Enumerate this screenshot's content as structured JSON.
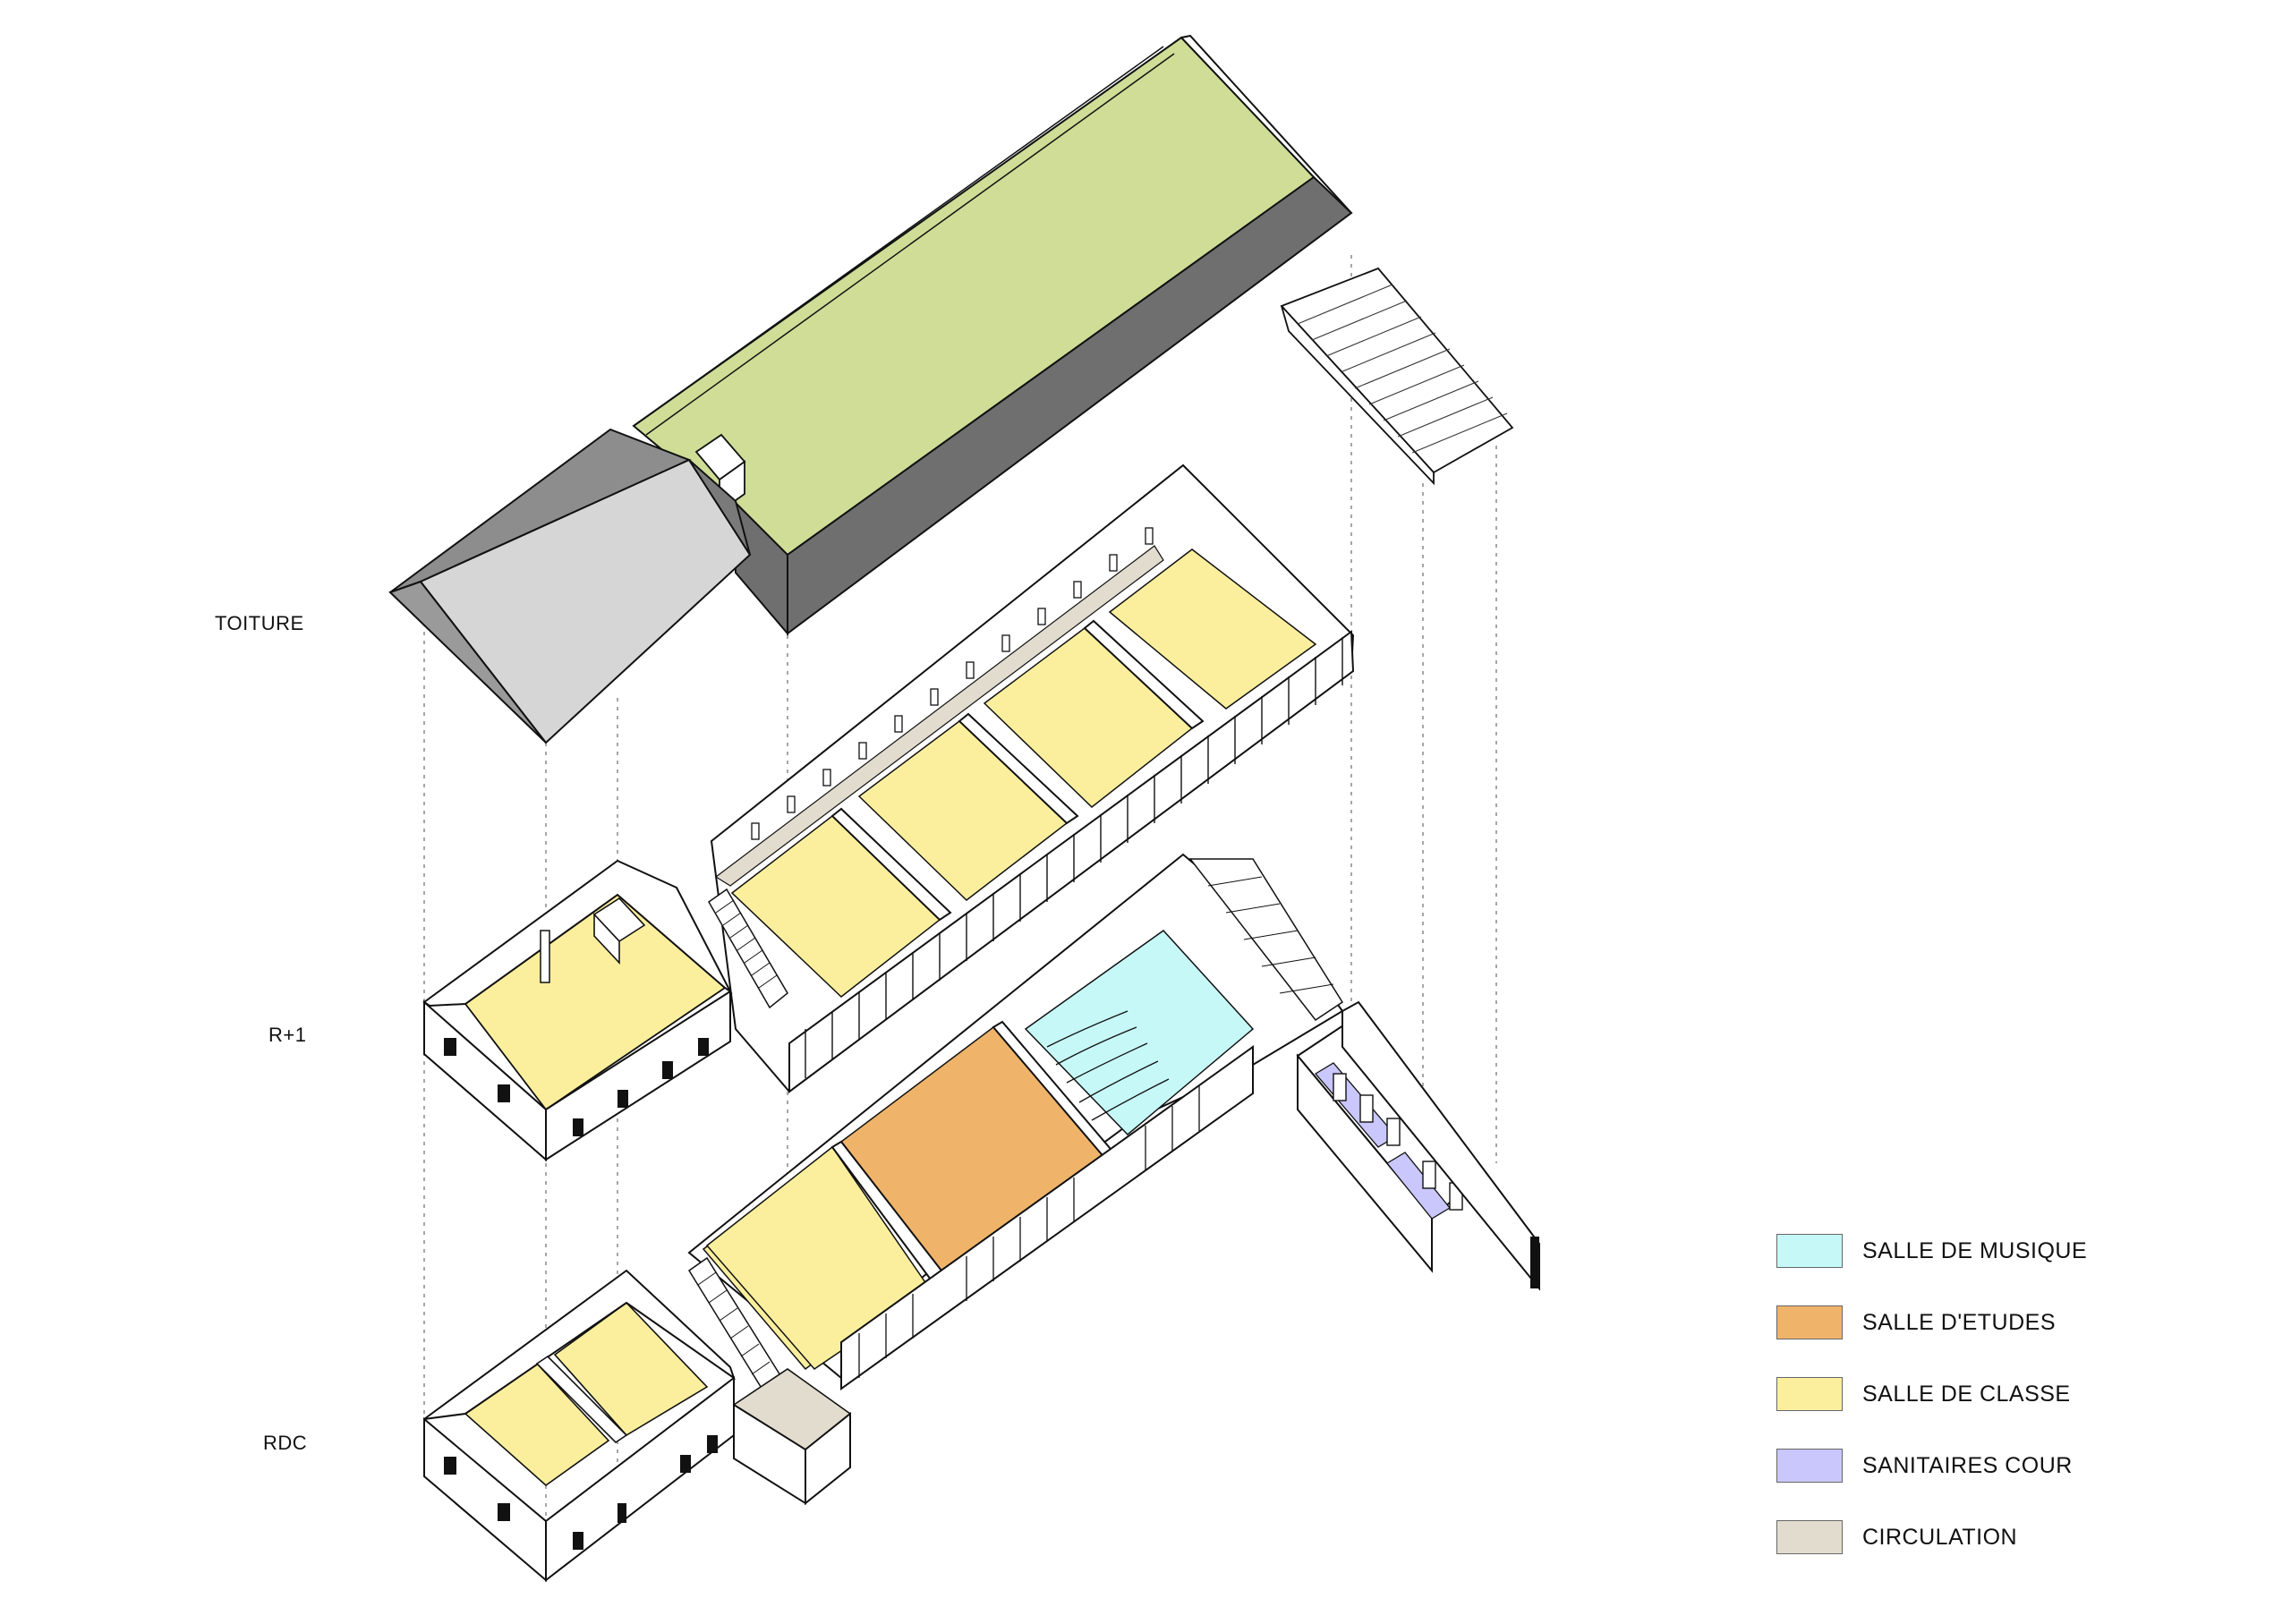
{
  "levels": {
    "roof": "TOITURE",
    "first": "R+1",
    "ground": "RDC"
  },
  "legend": [
    {
      "label": "SALLE DE MUSIQUE",
      "color": "#c7f8f8"
    },
    {
      "label": "SALLE D'ETUDES",
      "color": "#efb46a"
    },
    {
      "label": "SALLE DE CLASSE",
      "color": "#fbef9e"
    },
    {
      "label": "SANITAIRES COUR",
      "color": "#c9c7fb"
    },
    {
      "label": "CIRCULATION",
      "color": "#e1dccd"
    }
  ],
  "colors": {
    "roof_green": "#cfdd97",
    "roof_dark": "#6f6f6f",
    "roof_mid": "#8d8d8d",
    "roof_light": "#d6d6d6",
    "classe": "#fbef9e",
    "etudes": "#efb46a",
    "musique": "#c7f8f8",
    "sanitaires": "#c9c7fb",
    "circulation": "#e1dccd"
  }
}
